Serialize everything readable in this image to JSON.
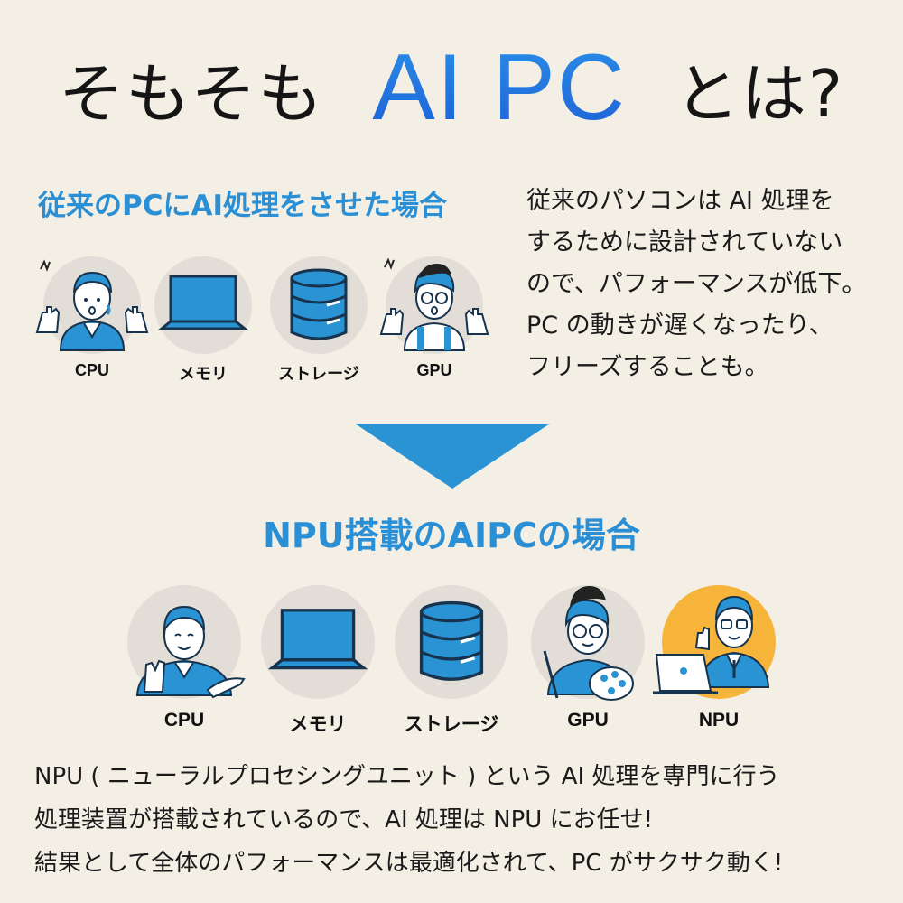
{
  "header": {
    "pre": "そもそも",
    "highlight": "AI PC",
    "post": "とは?"
  },
  "legacy": {
    "title": "従来のPCにAI処理をさせた場合",
    "components": [
      {
        "label": "CPU",
        "icon": "worried-cpu-worker-icon"
      },
      {
        "label": "メモリ",
        "icon": "laptop-icon"
      },
      {
        "label": "ストレージ",
        "icon": "database-icon"
      },
      {
        "label": "GPU",
        "icon": "worried-gpu-worker-icon"
      }
    ],
    "description": [
      "従来のパソコンは AI 処理を",
      "するために設計されていない",
      "ので、パフォーマンスが低下。",
      "PC の動きが遅くなったり、",
      "フリーズすることも。"
    ]
  },
  "npu": {
    "title": "NPU搭載のAIPCの場合",
    "components": [
      {
        "label": "CPU",
        "icon": "relaxed-cpu-worker-icon"
      },
      {
        "label": "メモリ",
        "icon": "laptop-icon"
      },
      {
        "label": "ストレージ",
        "icon": "database-icon"
      },
      {
        "label": "GPU",
        "icon": "painting-gpu-worker-icon"
      },
      {
        "label": "NPU",
        "icon": "npu-worker-laptop-icon"
      }
    ]
  },
  "footer": [
    "NPU ( ニューラルプロセシングユニット ) という AI 処理を専門に行う",
    "処理装置が搭載されているので、AI 処理は NPU にお任せ!",
    "結果として全体のパフォーマンスは最適化されて、PC がサクサク動く!"
  ],
  "colors": {
    "background": "#f3efe4",
    "accent_blue": "#2a8fd4",
    "highlight_gradient_top": "#2a8fe8",
    "highlight_gradient_bottom": "#1e5fd6",
    "circle_gray": "#e2ded7",
    "npu_circle": "#f6b43a"
  }
}
